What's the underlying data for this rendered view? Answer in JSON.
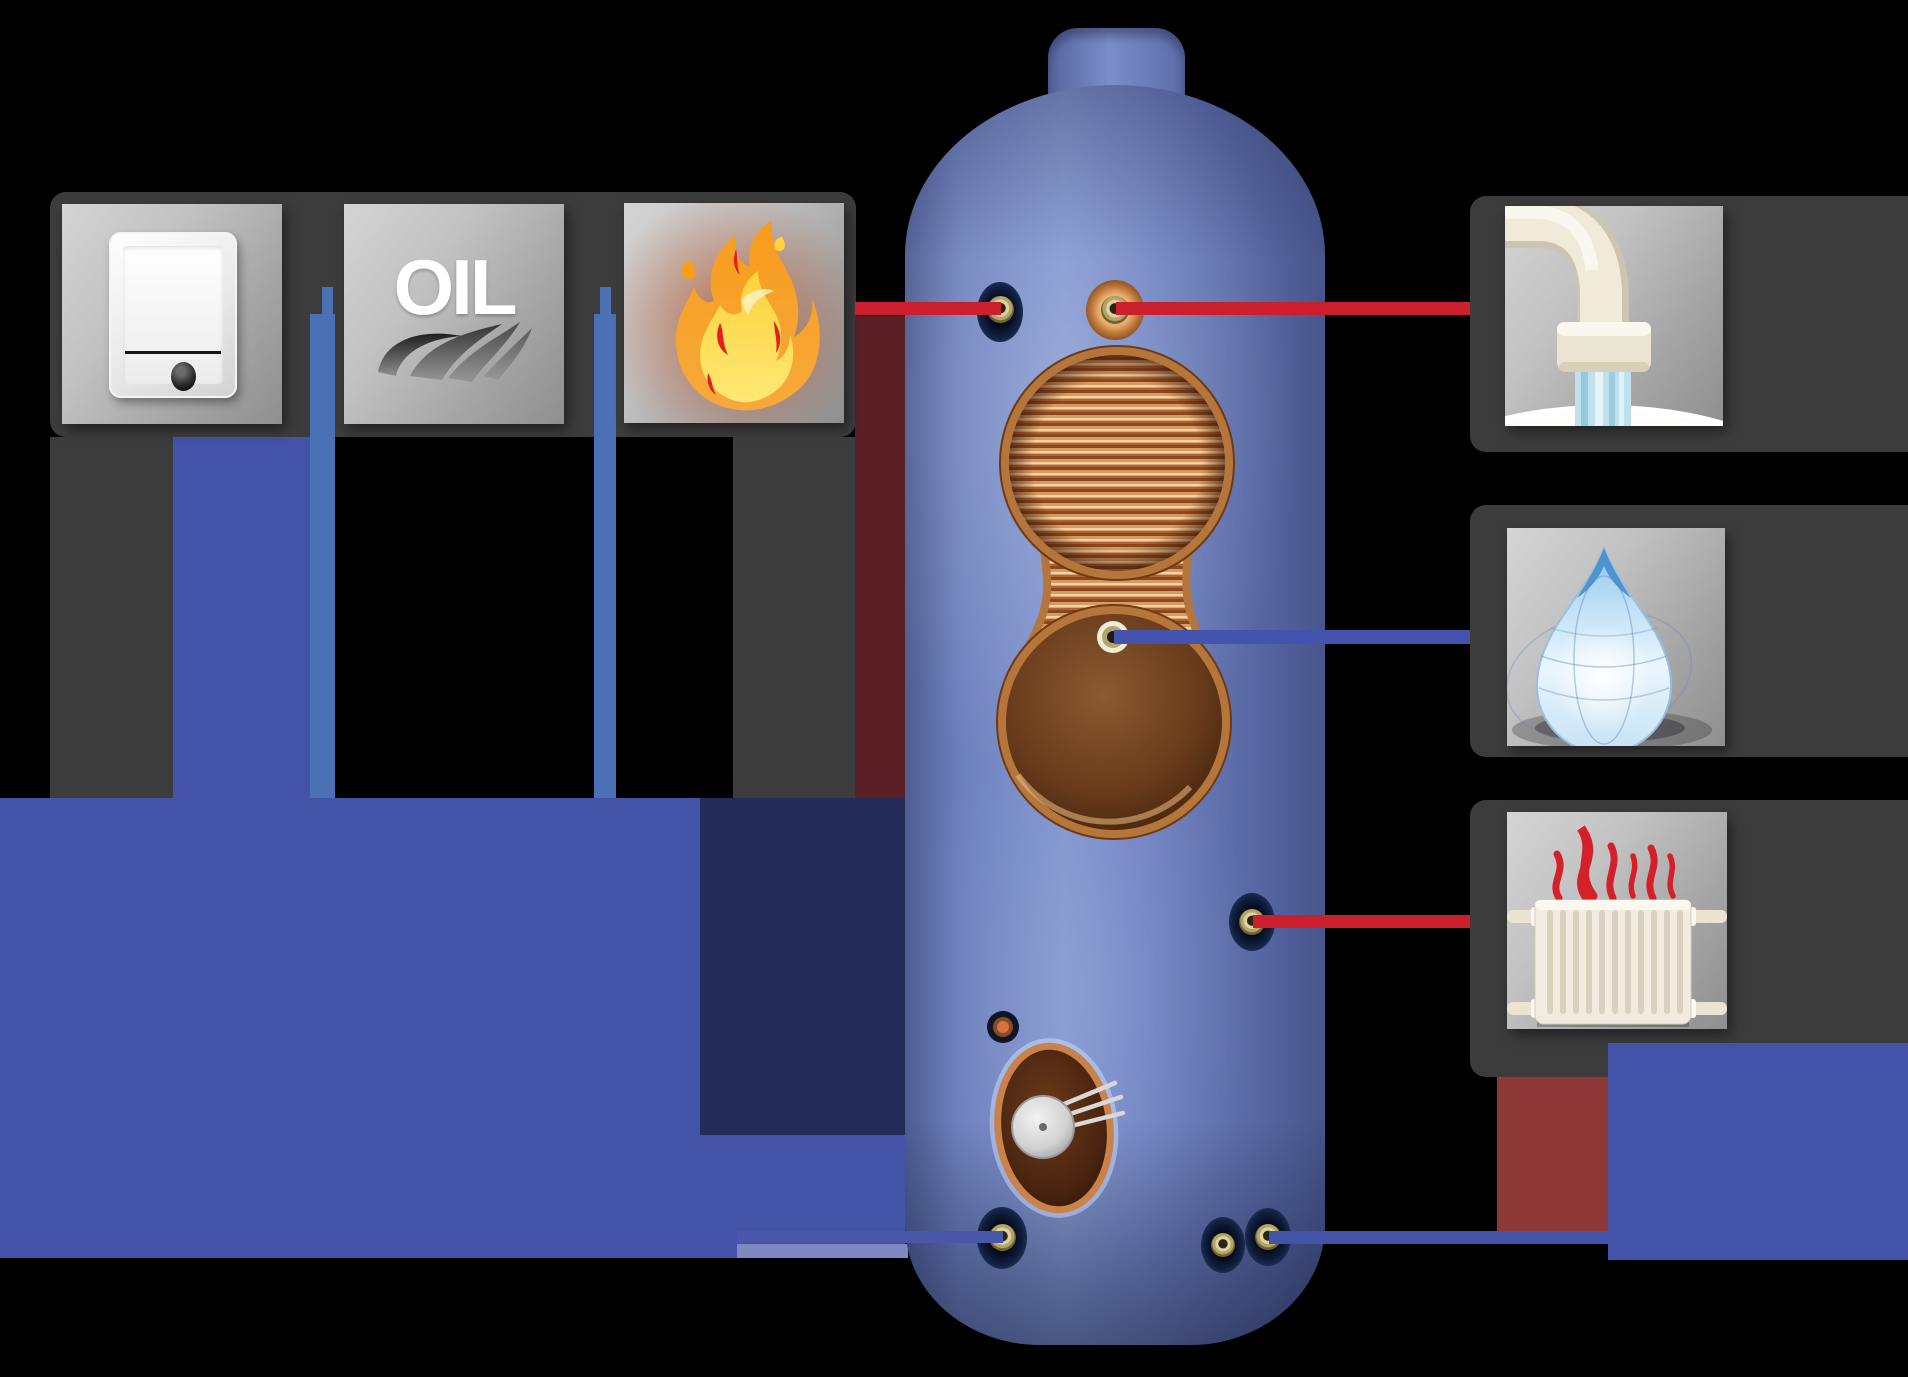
{
  "title_text": "",
  "colors": {
    "background": "#000000",
    "panel": "#3c3c3c",
    "royal_blue": "#4353a7",
    "steel_blue": "#4a70b5",
    "navy_overlay": "#232c58",
    "light_strip": "#7d8ac2",
    "red_line": "#cb1f2d",
    "maroon": "#8f3838",
    "maroon_strip": "#5b2026",
    "cylinder_mid_blue": "#7487c6",
    "cylinder_edge_blue": "#55659e",
    "copper": "#c0763c",
    "coil_light": "#f3d3a2",
    "coil_dark": "#8a4820"
  },
  "left_icons": [
    {
      "id": "boiler",
      "icon": "boiler-icon",
      "label": ""
    },
    {
      "id": "oil",
      "icon": "oil-icon",
      "label": "OIL"
    },
    {
      "id": "flame",
      "icon": "flame-icon",
      "label": ""
    }
  ],
  "right_icons": [
    {
      "id": "tap",
      "icon": "tap-icon",
      "label": ""
    },
    {
      "id": "water_drop",
      "icon": "water-drop-icon",
      "label": ""
    },
    {
      "id": "radiator",
      "icon": "radiator-icon",
      "label": ""
    }
  ],
  "cylinder": {
    "type": "indirect coil hot water cylinder cutaway",
    "features": [
      "copper-coil-heat-exchanger",
      "immersion-heater-boss",
      "pipe-fittings"
    ]
  },
  "connectors": [
    {
      "id": "flame-to-cylinder",
      "color_ref": "red_line",
      "from": "flame-icon",
      "to": "coil-top-left-port"
    },
    {
      "id": "cylinder-to-tap",
      "color_ref": "red_line",
      "from": "top-right-port",
      "to": "tap-icon"
    },
    {
      "id": "cylinder-to-water-drop",
      "color_ref": "royal_blue",
      "from": "middle-port",
      "to": "water-drop-icon"
    },
    {
      "id": "cylinder-to-radiator",
      "color_ref": "red_line",
      "from": "side-port",
      "to": "radiator-icon"
    },
    {
      "id": "bottom-left-return",
      "color_ref": "royal_blue",
      "from": "bottom-left-port",
      "to": "left-blue-block"
    },
    {
      "id": "bottom-right-return",
      "color_ref": "royal_blue",
      "from": "bottom-right-port",
      "to": "right-blue-block"
    }
  ]
}
